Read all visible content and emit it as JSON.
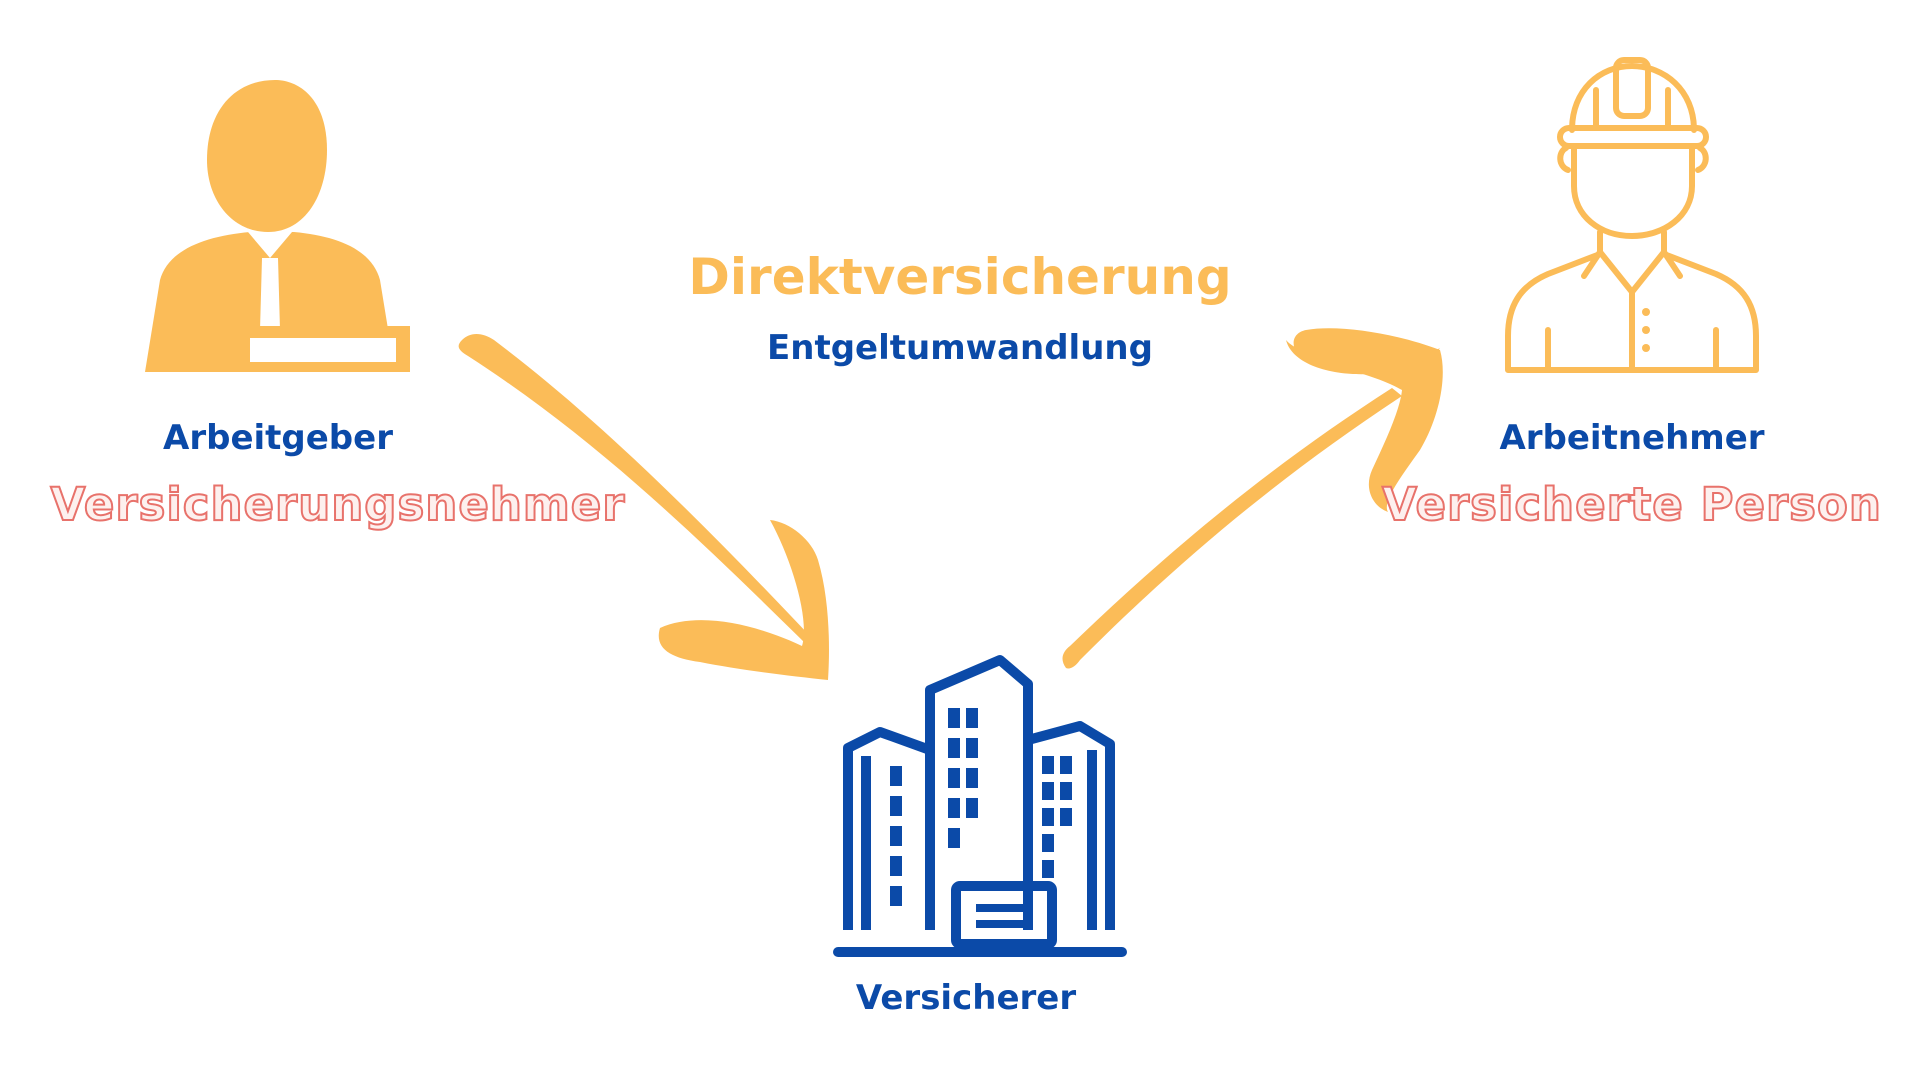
{
  "diagram": {
    "title": "Direktversicherung",
    "subtitle": "Entgeltumwandlung",
    "nodes": {
      "employer": {
        "label": "Arbeitgeber",
        "role": "Versicherungsnehmer",
        "icon": "businessman-icon"
      },
      "employee": {
        "label": "Arbeitnehmer",
        "role": "Versicherte Person",
        "icon": "construction-worker-icon"
      },
      "insurer": {
        "label": "Versicherer",
        "icon": "office-building-icon"
      }
    },
    "edges": [
      {
        "from": "employer",
        "to": "insurer"
      },
      {
        "from": "insurer",
        "to": "employee"
      }
    ],
    "colors": {
      "accent_orange": "#fbbc58",
      "brand_blue": "#0b4aa8",
      "role_red": "#e8726b",
      "background": "#ffffff"
    }
  }
}
